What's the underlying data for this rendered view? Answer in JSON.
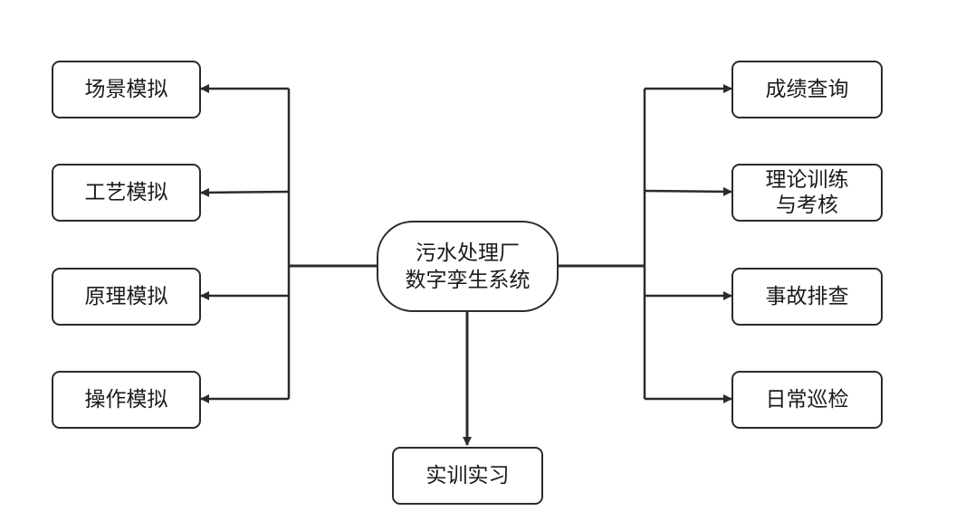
{
  "center": {
    "line1": "污水处理厂",
    "line2": "数字孪生系统"
  },
  "left_nodes": [
    {
      "label": "场景模拟"
    },
    {
      "label": "工艺模拟"
    },
    {
      "label": "原理模拟"
    },
    {
      "label": "操作模拟"
    }
  ],
  "right_nodes": [
    {
      "label": "成绩查询"
    },
    {
      "line1": "理论训练",
      "line2": "与考核"
    },
    {
      "label": "事故排查"
    },
    {
      "label": "日常巡检"
    }
  ],
  "bottom_node": {
    "label": "实训实习"
  },
  "colors": {
    "stroke": "#2b2b2b",
    "background": "#ffffff",
    "text": "#1a1a1a"
  }
}
